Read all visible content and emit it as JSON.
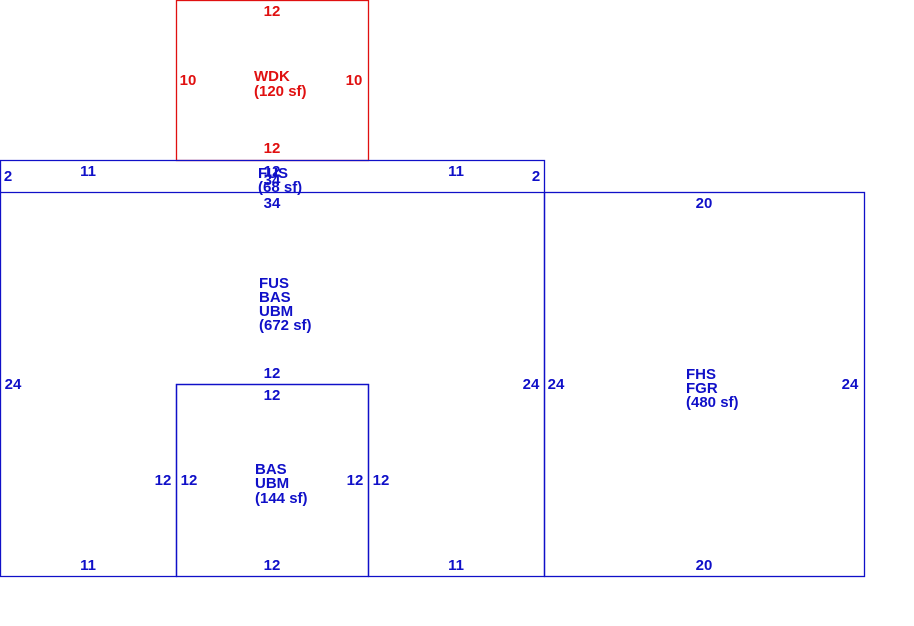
{
  "colors": {
    "blue": "#1010c8",
    "red": "#e01010"
  },
  "areas": {
    "wdk": {
      "code": "WDK",
      "area": "(120 sf)",
      "top": "12",
      "bottom": "12",
      "left": "10",
      "right": "10"
    },
    "fus_strip": {
      "code": "FUS",
      "area": "(68 sf)",
      "left": "2",
      "right": "2",
      "top_left": "11",
      "top_right": "11",
      "top_mid": "12",
      "bottom": "34"
    },
    "main": {
      "line1": "FUS",
      "line2": "BAS",
      "line3": "UBM",
      "area": "(672 sf)",
      "top": "34",
      "left": "24",
      "right": "24",
      "bottom_left": "11",
      "bottom_right": "11",
      "notch_top": "12",
      "notch_left": "12",
      "notch_right": "12"
    },
    "bas": {
      "line1": "BAS",
      "line2": "UBM",
      "area": "(144 sf)",
      "top": "12",
      "bottom": "12",
      "left": "12",
      "right": "12"
    },
    "fhs": {
      "line1": "FHS",
      "line2": "FGR",
      "area": "(480 sf)",
      "top": "20",
      "bottom": "20",
      "left": "24",
      "right": "24"
    }
  }
}
